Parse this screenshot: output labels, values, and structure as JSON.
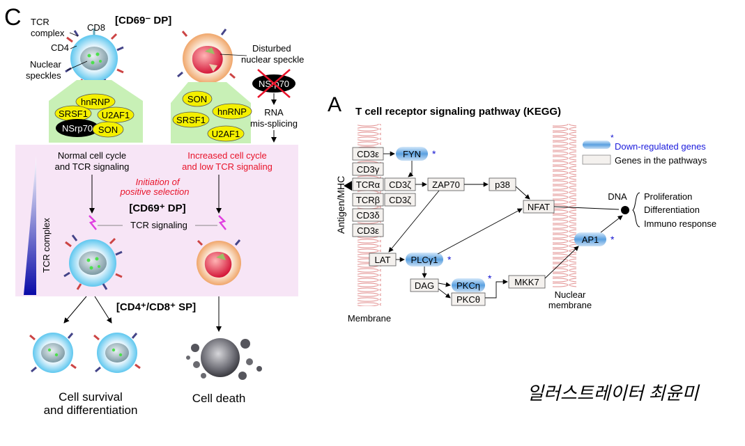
{
  "panel_c": {
    "letter": "C",
    "cd69neg_title": "[CD69⁻ DP]",
    "labels": {
      "tcr_complex_1": "TCR",
      "tcr_complex_2": "complex",
      "cd8": "CD8",
      "cd4": "CD4",
      "nuclear_1": "Nuclear",
      "nuclear_2": "speckles",
      "disturbed_1": "Disturbed",
      "disturbed_2": "nuclear speckle"
    },
    "left_cluster": [
      "hnRNP",
      "SRSF1",
      "U2AF1",
      "NSrp70",
      "SON"
    ],
    "right_cluster": [
      "SON",
      "hnRNP",
      "SRSF1",
      "U2AF1"
    ],
    "nsrp70_crossed": "NSrp70",
    "rna_1": "RNA",
    "rna_2": "mis-splicing",
    "normal_1": "Normal cell cycle",
    "normal_2": "and TCR signaling",
    "increased_1": "Increased cell cycle",
    "increased_2": "and low TCR signaling",
    "initiation_1": "Initiation of",
    "initiation_2": "positive selection",
    "cd69pos_title": "[CD69⁺ DP]",
    "tcr_signaling": "TCR signaling",
    "tcr_gradient_label": "TCR complex",
    "sp_title": "[CD4⁺/CD8⁺ SP]",
    "survival_1": "Cell survival",
    "survival_2": "and differentiation",
    "death": "Cell death",
    "colors": {
      "pink_band": "#f6e6f6",
      "yellow": "#f4f000",
      "black": "#000000",
      "red": "#e8132a",
      "green_blob": "#c6f0b4"
    }
  },
  "panel_a": {
    "letter": "A",
    "title": "T cell receptor signaling pathway (KEGG)",
    "antigen": "Antigen/MHC",
    "membrane": "Membrane",
    "nuclear_1": "Nuclear",
    "nuclear_2": "membrane",
    "legend_down": "Down-regulated genes",
    "legend_path": "Genes in the pathways",
    "star": "*",
    "dna": "DNA",
    "outcomes": [
      "Proliferation",
      "Differentiation",
      "Immuno response"
    ],
    "boxes": {
      "cd3e_top": "CD3ε",
      "cd3g": "CD3γ",
      "tcra": "TCRα",
      "tcrb": "TCRβ",
      "cd3d": "CD3δ",
      "cd3e_bot": "CD3ε",
      "cd3z_1": "CD3ζ",
      "cd3z_2": "CD3ζ",
      "zap70": "ZAP70",
      "p38": "p38",
      "nfat": "NFAT",
      "lat": "LAT",
      "dag": "DAG",
      "pkct": "PKCθ",
      "mkk7": "MKK7"
    },
    "down_genes": {
      "fyn": "FYN",
      "plcg1": "PLCγ1",
      "pkcn": "PKCη",
      "ap1": "AP1"
    },
    "colors": {
      "star": "#1010d0",
      "legend_text": "#1a1adc",
      "membrane": "#e8a6a6",
      "box_fill": "#f4f1ee"
    }
  },
  "signature": "일러스트레이터 최윤미"
}
